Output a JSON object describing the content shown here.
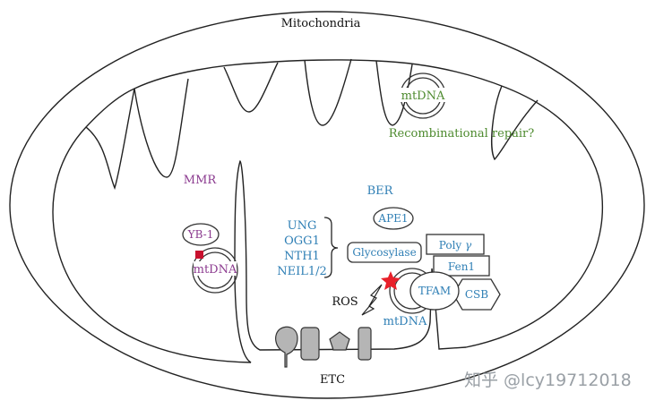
{
  "colors": {
    "mmr": "#8b3a8f",
    "ber": "#2f7fb5",
    "recomb": "#4d8a2e",
    "black": "#111111",
    "lesion": "#e8202a",
    "yb1_marker": "#c8102e",
    "watermark": "#9aa0a6"
  },
  "labels": {
    "title": "Mitochondria",
    "etc": "ETC",
    "mmr": "MMR",
    "ber": "BER",
    "recomb_mtdna": "mtDNA",
    "recomb_repair": "Recombinational repair?",
    "yb1": "YB-1",
    "mmr_mtdna": "mtDNA",
    "ape1": "APE1",
    "glycosylase": "Glycosylase",
    "glycosylases": [
      "UNG",
      "OGG1",
      "NTH1",
      "NEIL1/2"
    ],
    "poly": "Poly",
    "fen1": "Fen1",
    "tfam": "TFAM",
    "csb": "CSB",
    "ros": "ROS",
    "ber_mtdna": "mtDNA"
  },
  "icons": {
    "lightning": "lightning-bolt-icon",
    "star": "lesion-star-icon",
    "watermark_icon": "zhihu-logo"
  },
  "watermark": {
    "text": "知乎 @lcy19712018"
  }
}
